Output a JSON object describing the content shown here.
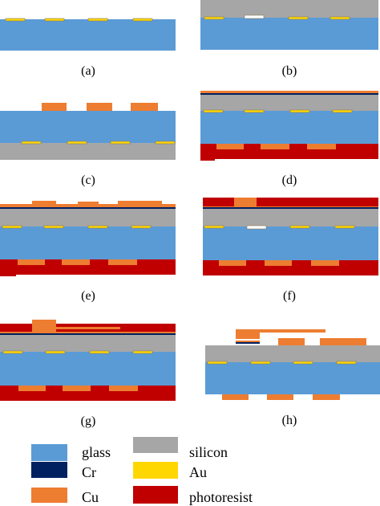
{
  "colors": {
    "glass": "#5B9BD5",
    "silicon": "#A6A6A6",
    "cr": "#002060",
    "au": "#FFD700",
    "cu": "#ED7D31",
    "photoresist": "#C00000",
    "au_edge": "#8A7A5A"
  },
  "panels": [
    {
      "id": "a",
      "label": "(a)"
    },
    {
      "id": "b",
      "label": "(b)"
    },
    {
      "id": "c",
      "label": "(c)"
    },
    {
      "id": "d",
      "label": "(d)"
    },
    {
      "id": "e",
      "label": "(e)"
    },
    {
      "id": "f",
      "label": "(f)"
    },
    {
      "id": "g",
      "label": "(g)"
    },
    {
      "id": "h",
      "label": "(h)"
    }
  ],
  "legend": [
    {
      "key": "glass",
      "label": "glass"
    },
    {
      "key": "silicon",
      "label": "silicon"
    },
    {
      "key": "cr",
      "label": "Cr"
    },
    {
      "key": "au",
      "label": "Au"
    },
    {
      "key": "cu",
      "label": "Cu"
    },
    {
      "key": "photoresist",
      "label": "photoresist"
    }
  ]
}
